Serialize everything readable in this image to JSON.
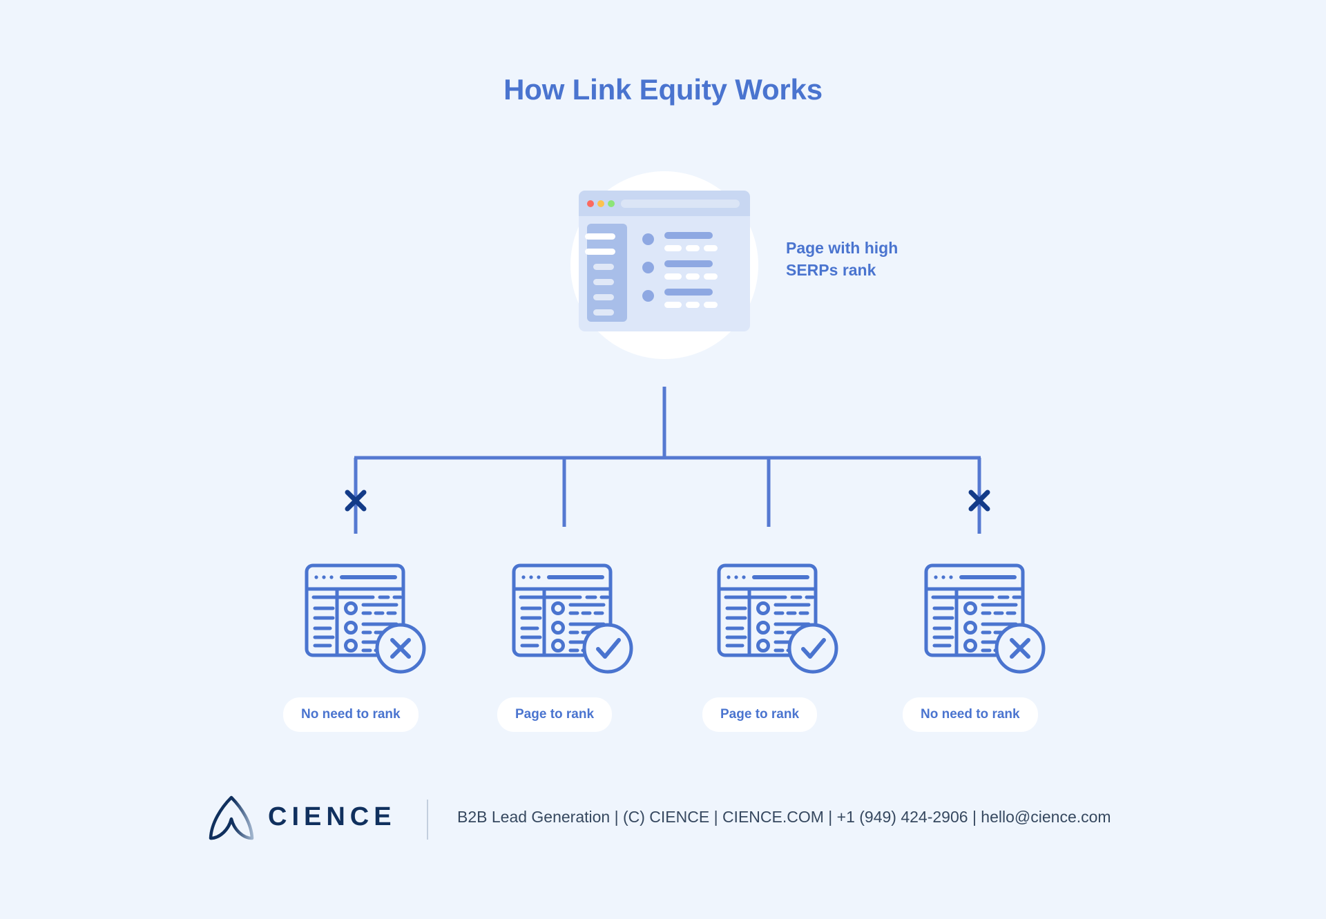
{
  "page": {
    "background_color": "#eff5fd",
    "title": "How Link Equity Works",
    "title_color": "#4a74cf"
  },
  "hero": {
    "name": "page-with-high-serps-rank",
    "label": "Page with high\nSERPs rank",
    "label_line1": "Page with high",
    "label_line2": "SERPs rank",
    "window": {
      "titlebar_color": "#c8d7f2",
      "body_color": "#dde7f9",
      "sidebar_color": "#a8bee9",
      "accent_color": "#8ea8e2",
      "traffic_lights": [
        "#fb6a60",
        "#fdc24e",
        "#8ce578"
      ]
    }
  },
  "connectors": {
    "line_color": "#5579d1",
    "x_mark_color": "#133b88",
    "branches": [
      {
        "index": 0,
        "marked_blocked": true
      },
      {
        "index": 1,
        "marked_blocked": false
      },
      {
        "index": 2,
        "marked_blocked": false
      },
      {
        "index": 3,
        "marked_blocked": true
      }
    ]
  },
  "nodes": [
    {
      "id": "node-1",
      "badge": "cross-badge-icon",
      "label": "No need to rank"
    },
    {
      "id": "node-2",
      "badge": "check-badge-icon",
      "label": "Page to rank"
    },
    {
      "id": "node-3",
      "badge": "check-badge-icon",
      "label": "Page to rank"
    },
    {
      "id": "node-4",
      "badge": "cross-badge-icon",
      "label": "No need to rank"
    }
  ],
  "footer": {
    "logo_text": "CIENCE",
    "logo_color": "#10305e",
    "contact": "B2B Lead Generation | (C) CIENCE | CIENCE.COM | +1 (949) 424-2906 | hello@cience.com"
  }
}
